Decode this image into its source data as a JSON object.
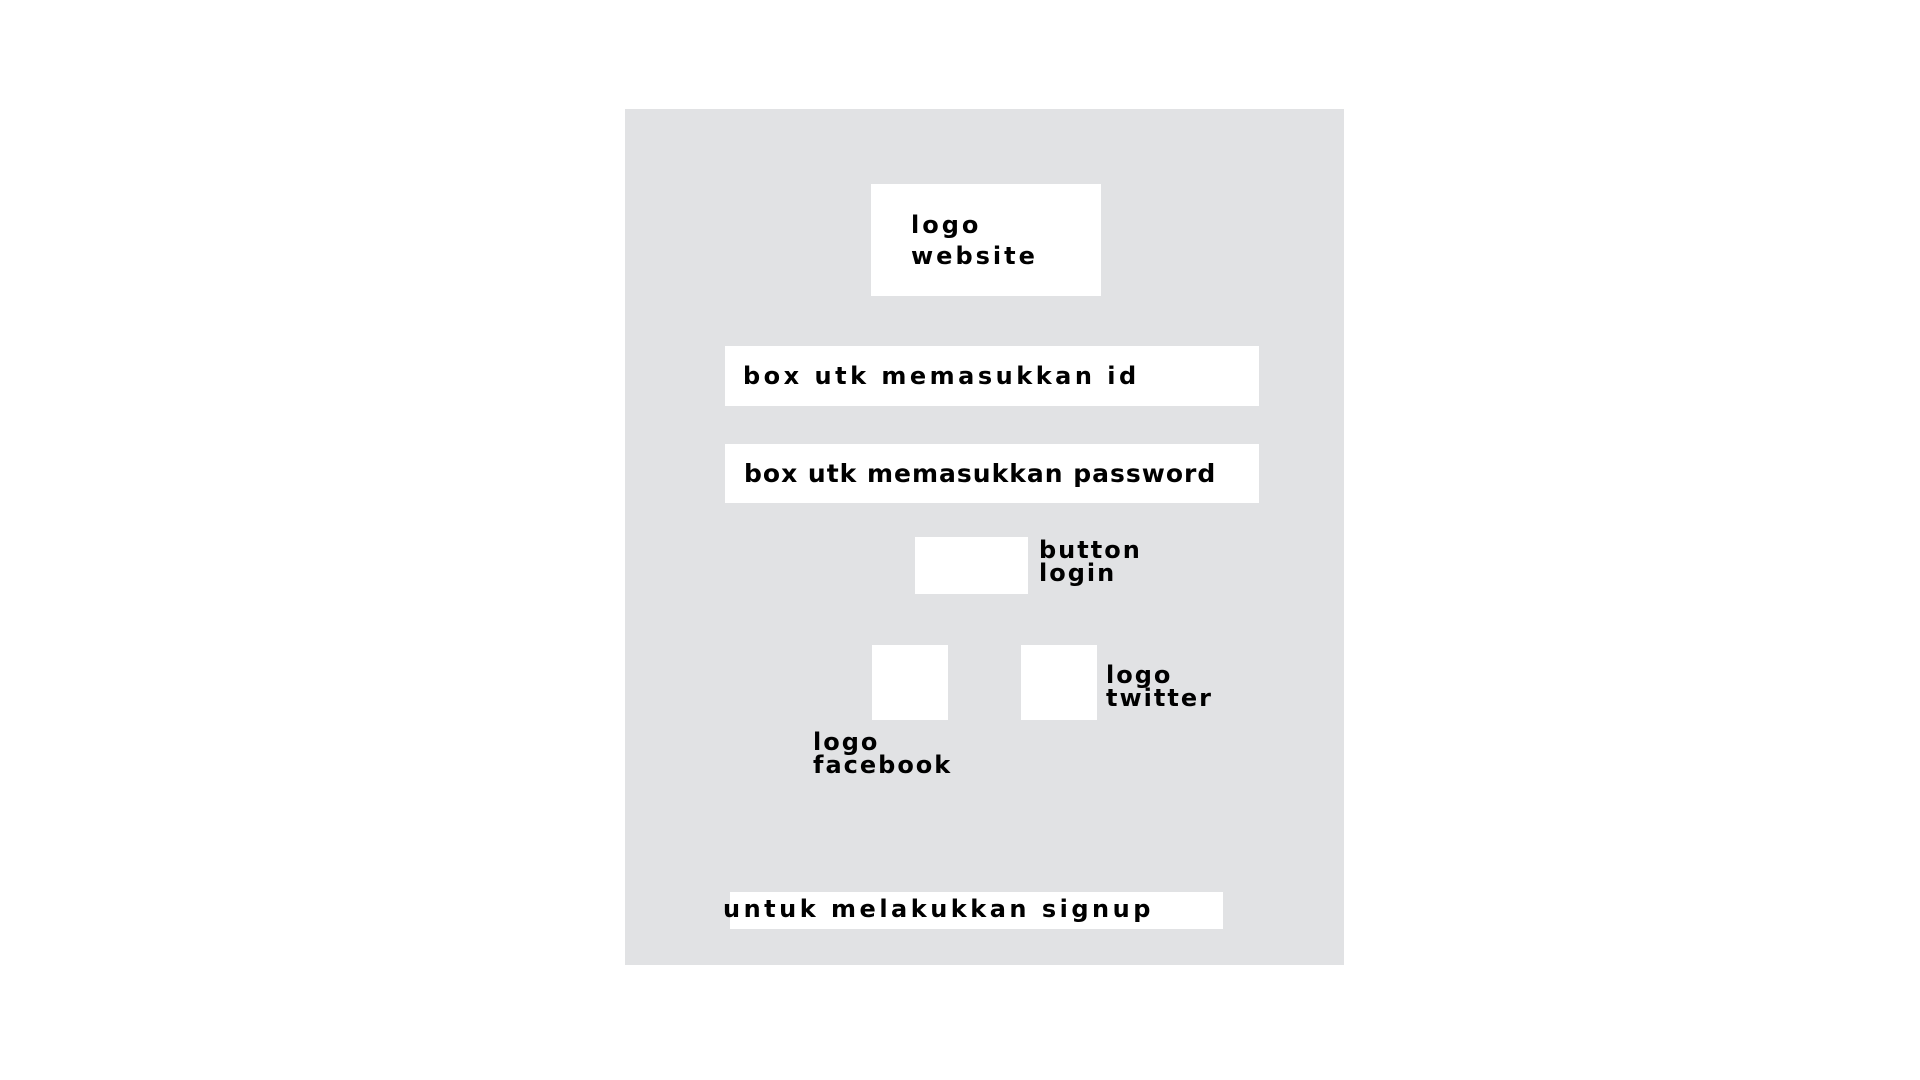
{
  "logo_website": {
    "line1": "logo",
    "line2": "website"
  },
  "id_field": {
    "label": "box utk memasukkan id"
  },
  "password_field": {
    "label": "box utk memasukkan password"
  },
  "login_button": {
    "line1": "button",
    "line2": "login"
  },
  "facebook_logo": {
    "line1": "logo",
    "line2": "facebook"
  },
  "twitter_logo": {
    "line1": "logo",
    "line2": "twitter"
  },
  "signup": {
    "label": "untuk melakukkan signup"
  },
  "colors": {
    "panel_background": "#e1e2e4",
    "box_background": "#ffffff",
    "text": "#000000"
  }
}
